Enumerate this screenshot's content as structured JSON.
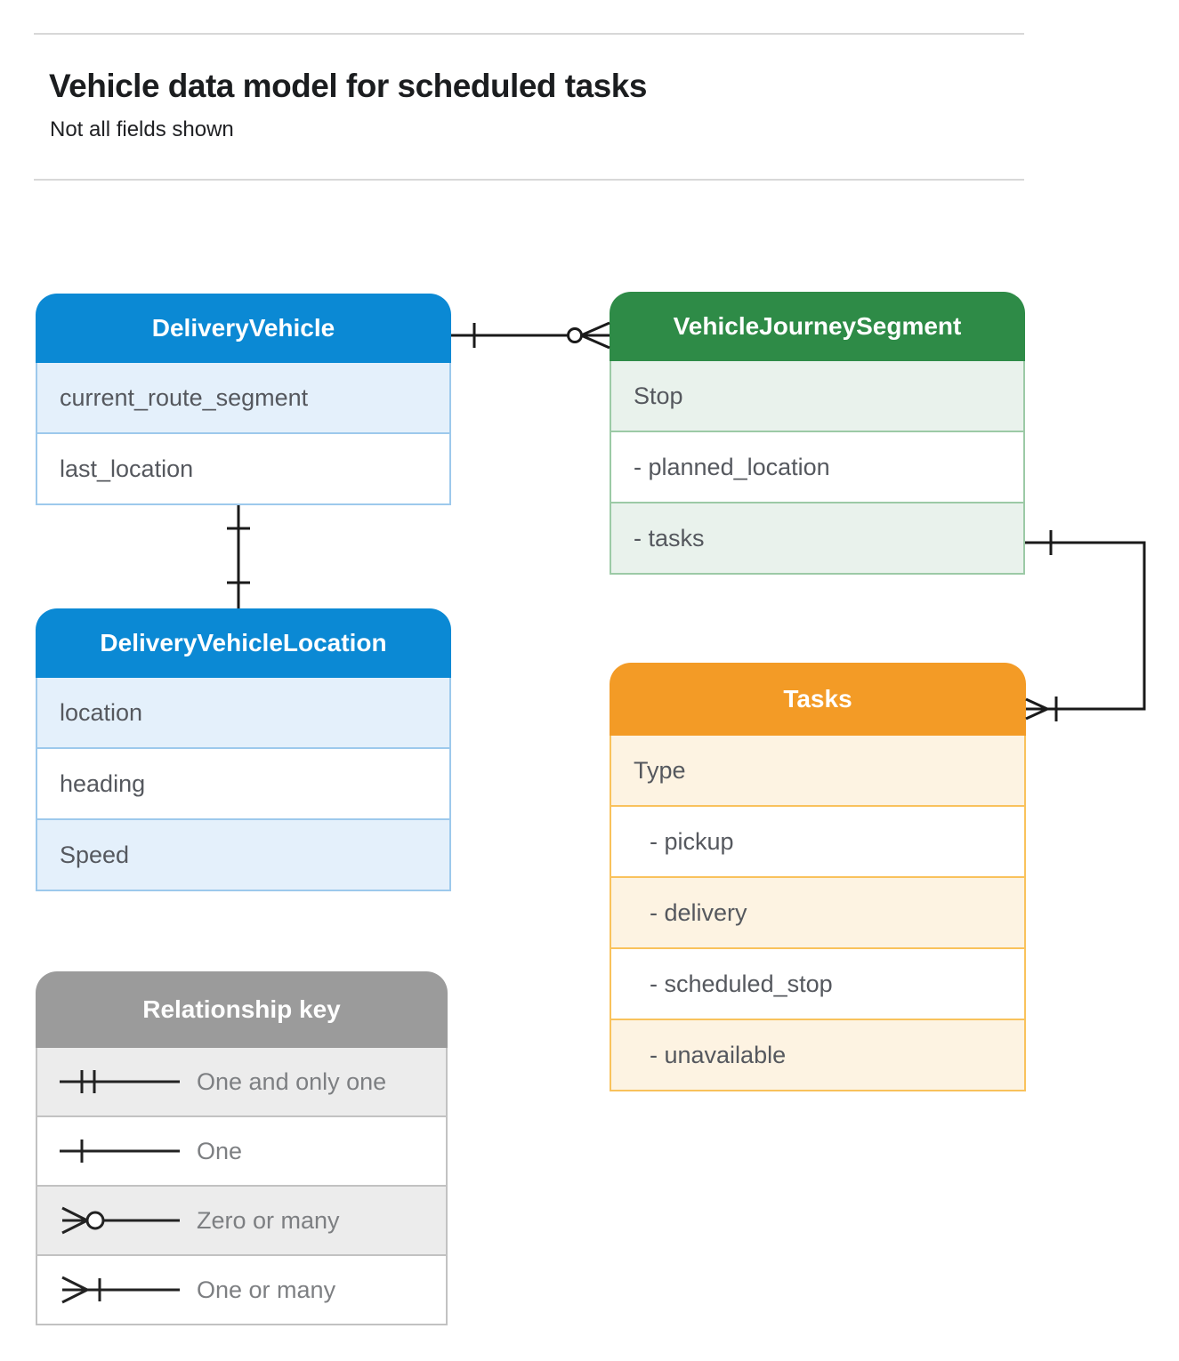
{
  "page": {
    "title": "Vehicle data model for scheduled tasks",
    "subtitle": "Not all fields shown"
  },
  "entities": {
    "delivery_vehicle": {
      "title": "DeliveryVehicle",
      "rows": [
        "current_route_segment",
        "last_location"
      ]
    },
    "vehicle_journey_segment": {
      "title": "VehicleJourneySegment",
      "rows": [
        "Stop",
        "- planned_location",
        "- tasks"
      ]
    },
    "delivery_vehicle_location": {
      "title": "DeliveryVehicleLocation",
      "rows": [
        "location",
        "heading",
        "Speed"
      ]
    },
    "tasks": {
      "title": "Tasks",
      "rows": [
        "Type",
        "- pickup",
        "- delivery",
        "- scheduled_stop",
        "- unavailable"
      ]
    }
  },
  "relationships": [
    {
      "from": "DeliveryVehicle",
      "to": "VehicleJourneySegment",
      "from_end": "one",
      "to_end": "zero-or-many"
    },
    {
      "from": "DeliveryVehicle",
      "to": "DeliveryVehicleLocation",
      "from_end": "one",
      "to_end": "one"
    },
    {
      "from": "VehicleJourneySegment.tasks",
      "to": "Tasks",
      "from_end": "one",
      "to_end": "one-or-many"
    }
  ],
  "legend": {
    "title": "Relationship key",
    "items": [
      {
        "symbol": "one-and-only-one-symbol",
        "label": "One and only one"
      },
      {
        "symbol": "one-symbol",
        "label": "One"
      },
      {
        "symbol": "zero-or-many-symbol",
        "label": "Zero or many"
      },
      {
        "symbol": "one-or-many-symbol",
        "label": "One or many"
      }
    ]
  },
  "colors": {
    "blue_header": "#0b89d4",
    "green_header": "#2e8b47",
    "orange_header": "#f39b26",
    "gray_header": "#9b9b9b",
    "blue_row_alt": "#e4f0fb",
    "green_row_alt": "#e9f2ec",
    "orange_row_alt": "#fdf3e2",
    "gray_row_alt": "#ececec",
    "connector": "#1a1a1a"
  }
}
